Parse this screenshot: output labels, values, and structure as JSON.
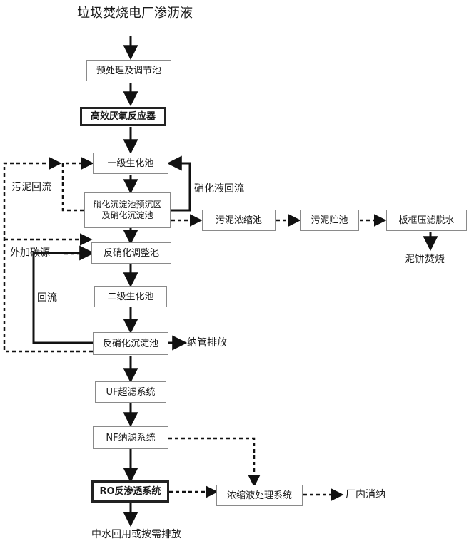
{
  "title": "垃圾焚烧电厂渗沥液",
  "nodes": {
    "pretreat": "预处理及调节池",
    "anaerobic": "高效厌氧反应器",
    "bio1": "一级生化池",
    "nitrify": "硝化沉淀池预沉区\n及硝化沉淀池",
    "denitrify_adjust": "反硝化调整池",
    "bio2": "二级生化池",
    "denitrify_settle": "反硝化沉淀池",
    "uf": "UF超滤系统",
    "nf": "NF纳滤系统",
    "ro": "RO反渗透系统",
    "concentrate": "浓缩液处理系统",
    "sludge_thicken": "污泥浓缩池",
    "sludge_store": "污泥贮池",
    "press": "板框压滤脱水"
  },
  "labels": {
    "sludge_return": "污泥回流",
    "nitrate_return": "硝化液回流",
    "carbon_source": "外加碳源",
    "reflux": "回流",
    "sewer": "纳管排放",
    "cake_incineration": "泥饼焚烧",
    "plant_consumption": "厂内消纳",
    "reuse": "中水回用或按需排放"
  }
}
